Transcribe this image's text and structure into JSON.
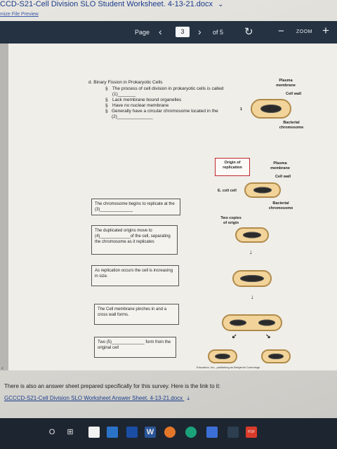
{
  "header": {
    "title": "CCD-S21-Cell Division SLO Student Worksheet. 4-13-21.docx",
    "download_icon": "download-icon",
    "customize": "mize File Preview"
  },
  "toolbar": {
    "page_label": "Page",
    "prev_icon": "‹",
    "current_page": "3",
    "next_icon": "›",
    "of_total": "of 5",
    "rotate_icon": "↻",
    "zoom_out": "−",
    "zoom_label": "ZOOM",
    "zoom_in": "+"
  },
  "document": {
    "heading": "d.  Binary Fission in Prokaryotic Cells",
    "bullets": [
      "The process of cell division in prokaryotic cells is called (1)_______",
      "Lack membrane bound organelles",
      "Have no nuclear membrane",
      "Generally have a circular chromosome located in the (2)______________"
    ],
    "bullet_mark": "§",
    "boxes": {
      "b1": "The chromosome begins to replicate at the (3)______________",
      "b2": "The duplicated origins move to (4)_____________of the cell, separating the chromosome as it replicates",
      "b3": "As replication occurs the cell is increasing in size.",
      "b4": "The Cell membrane pinches in and a cross wall forms.",
      "b5": "Two (5)______________ form from the original cell"
    },
    "diagram_labels": {
      "plasma_membrane": "Plasma membrane",
      "cell_wall": "Cell wall",
      "bacterial_chromosome": "Bacterial chromosome",
      "origin_of_replication": "Origin of replication",
      "plasma_membrane_2": "Plasma membrane",
      "cell_wall_2": "Cell wall",
      "ecoli_cell": "E. coli cell",
      "bacterial_chromosome_2": "Bacterial chromosome",
      "two_copies": "Two copies of origin",
      "credit": "Education, Inc., publishing as Benjamin Cummings",
      "step_one": "1"
    }
  },
  "footer": {
    "answer_text": "There is also an answer sheet prepared specifically for this survey.  Here is the link to it:",
    "answer_link": "GCCCD-S21-Cell Division SLO Worksheet Answer Sheet. 4-13-21.docx"
  },
  "taskbar": {
    "search_icon": "O",
    "taskview_icon": "⊞",
    "word_label": "W",
    "pdf_label": "PDF"
  }
}
